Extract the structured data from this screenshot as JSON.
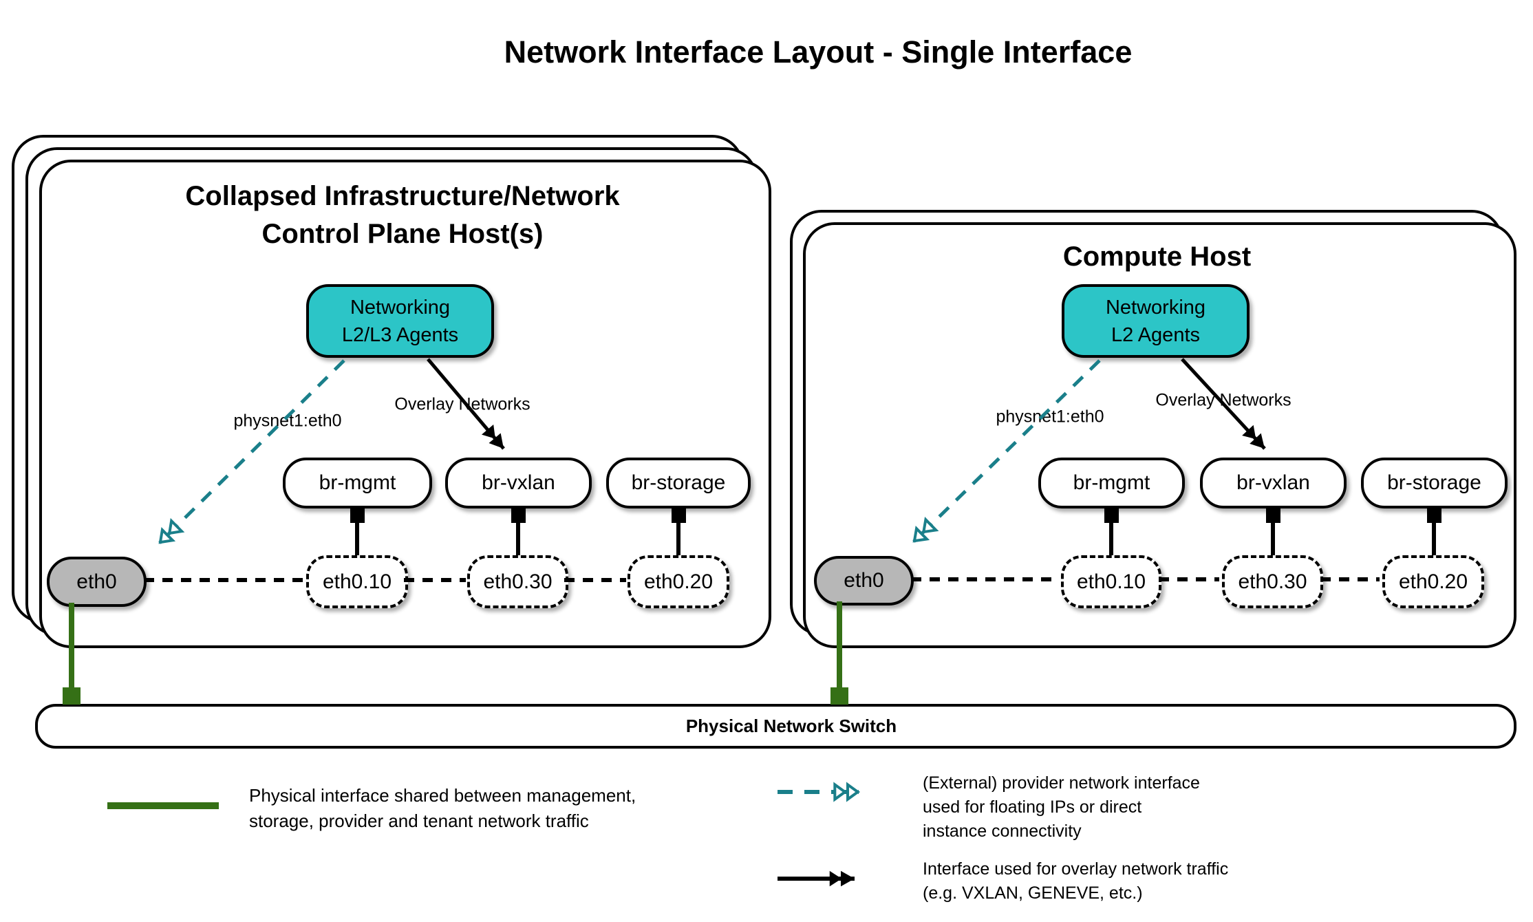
{
  "title": "Network Interface Layout - Single Interface",
  "colors": {
    "agent_fill": "#2cc5c7",
    "provider_arrow_teal": "#1a7f8a",
    "physical_link_green": "#357016",
    "interface_fill_gray": "#b7b7b7",
    "line_black": "#000000"
  },
  "hosts": [
    {
      "title_line1": "Collapsed Infrastructure/Network",
      "title_line2": "Control Plane Host(s)",
      "agent_line1": "Networking",
      "agent_line2": "L2/L3 Agents",
      "provider_label": "physnet1:eth0",
      "overlay_label": "Overlay Networks",
      "bridges": [
        "br-mgmt",
        "br-vxlan",
        "br-storage"
      ],
      "vlans": [
        "eth0.10",
        "eth0.30",
        "eth0.20"
      ],
      "interface": "eth0"
    },
    {
      "title_line1": "Compute Host",
      "agent_line1": "Networking",
      "agent_line2": "L2 Agents",
      "provider_label": "physnet1:eth0",
      "overlay_label": "Overlay Networks",
      "bridges": [
        "br-mgmt",
        "br-vxlan",
        "br-storage"
      ],
      "vlans": [
        "eth0.10",
        "eth0.30",
        "eth0.20"
      ],
      "interface": "eth0"
    }
  ],
  "switch_bar": {
    "label": "Physical Network Switch"
  },
  "legend": [
    {
      "symbol": "physical-link-line",
      "lines": [
        "Physical interface shared between management,",
        "storage, provider and tenant network traffic"
      ]
    },
    {
      "symbol": "provider-network-arrow",
      "lines": [
        "(External) provider network interface",
        "used for floating IPs or direct",
        "instance connectivity"
      ]
    },
    {
      "symbol": "overlay-network-arrow",
      "lines": [
        "Interface used for overlay network traffic",
        "(e.g. VXLAN, GENEVE, etc.)"
      ]
    }
  ]
}
